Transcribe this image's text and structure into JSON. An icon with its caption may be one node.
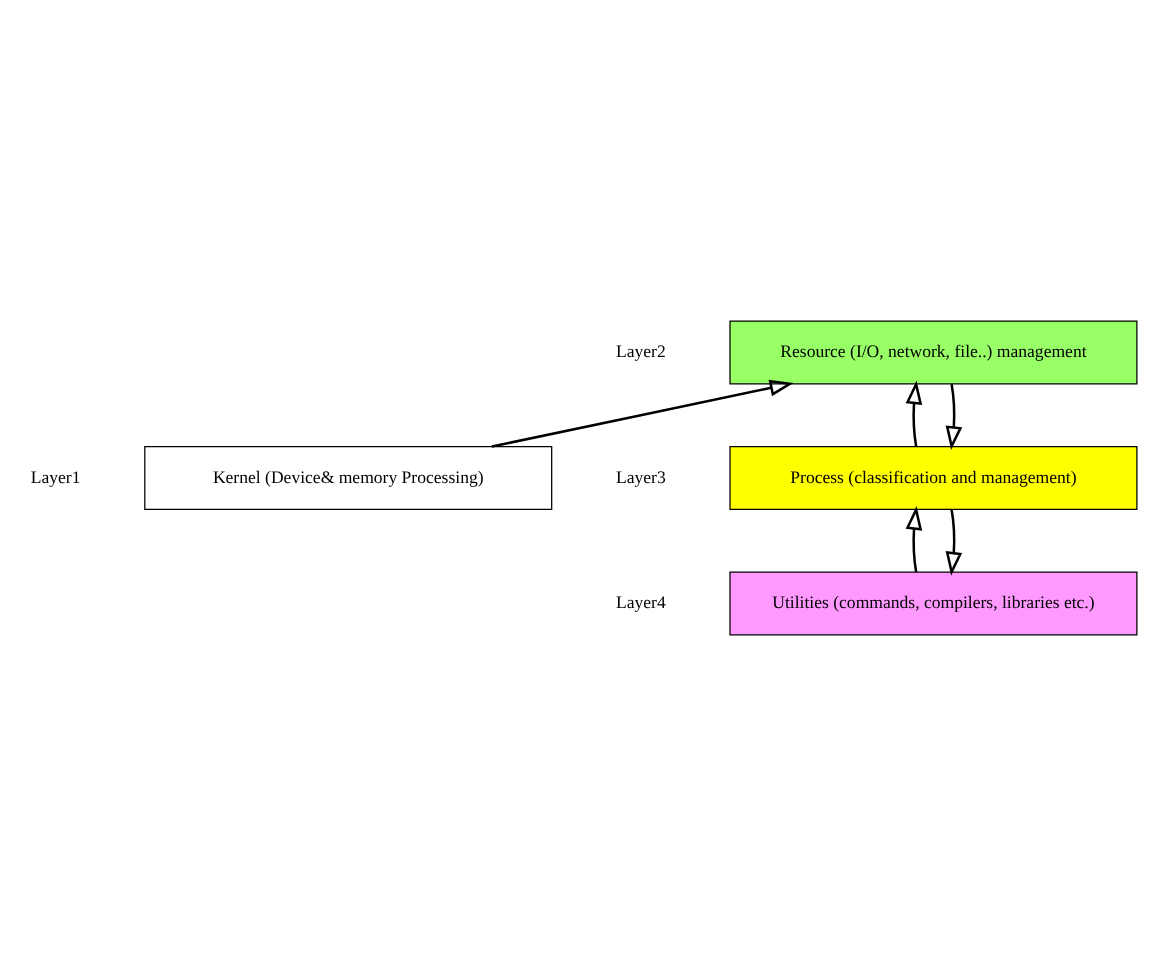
{
  "diagram": {
    "nodes": [
      {
        "text": [
          "Utilities (commands, compilers, libraries etc.)"
        ],
        "beside": [
          "Layer4"
        ]
      },
      {
        "text": [
          "Process (classification and management)"
        ],
        "beside": [
          "Layer3"
        ]
      },
      {
        "text": [
          "Resource (I/O, network, file..) management"
        ],
        "beside": [
          "Layer2"
        ]
      },
      {
        "text": [
          "Kernel (Device& memory Processing)"
        ],
        "beside": [
          "Layer1"
        ]
      }
    ],
    "edges": [
      {
        "from": 1,
        "to": 0,
        "arrow": "to"
      },
      {
        "from": 0,
        "to": 1,
        "arrow": "to"
      },
      {
        "from": 2,
        "to": 1,
        "arrow": "to"
      },
      {
        "from": 1,
        "to": 2,
        "arrow": "to"
      },
      {
        "from": 3,
        "to": 2,
        "arrow": "to"
      }
    ]
  }
}
